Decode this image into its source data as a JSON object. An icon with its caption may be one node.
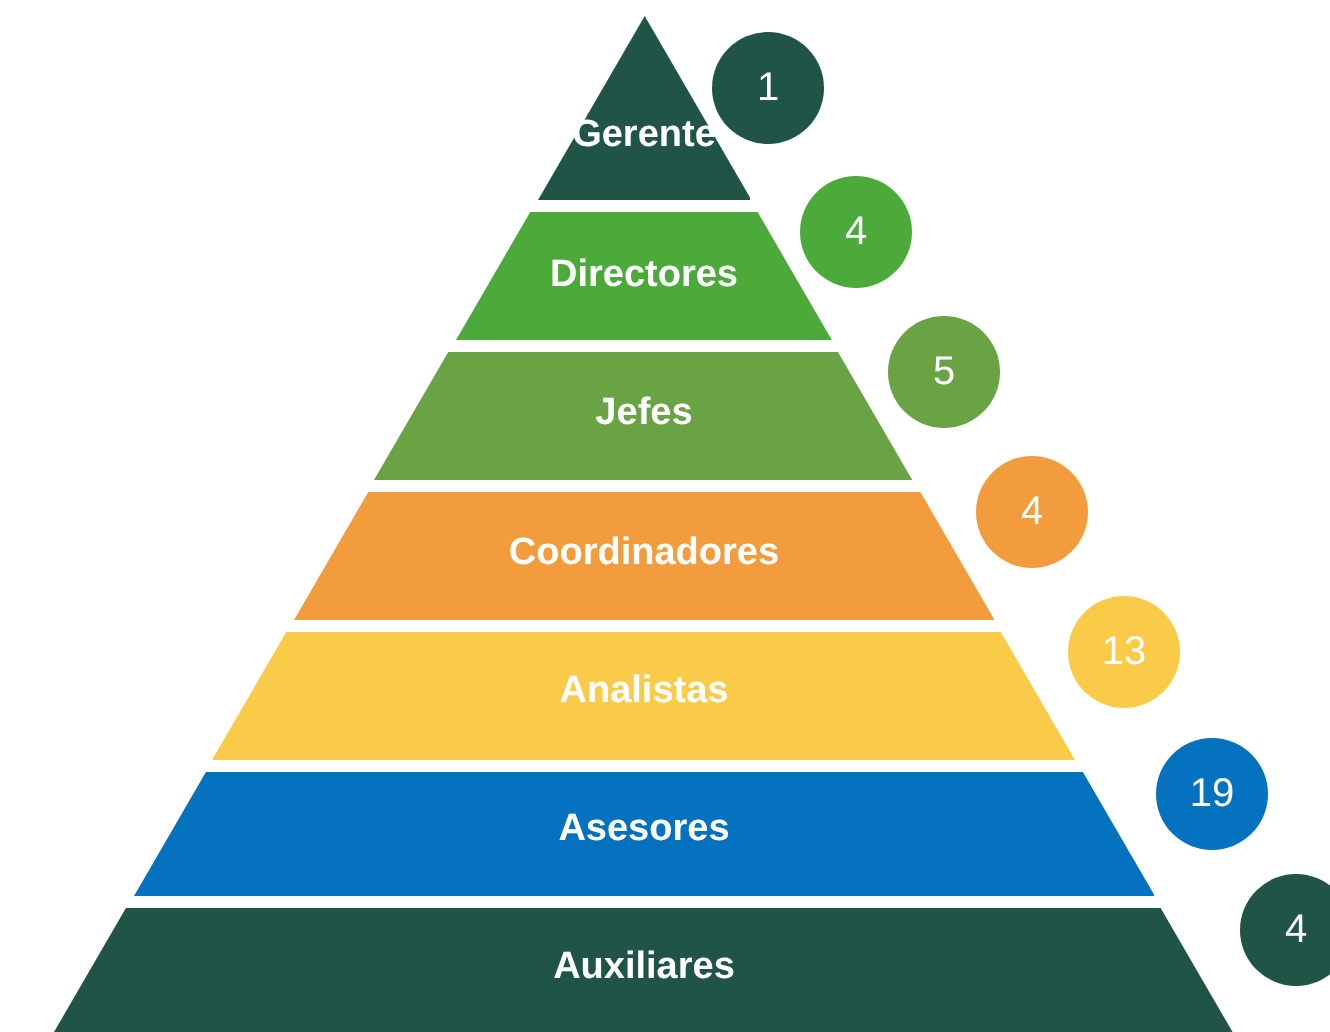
{
  "diagram": {
    "nodes": [
      {
        "text": [
          "Gerente"
        ]
      },
      {
        "text": [
          "1"
        ]
      },
      {
        "text": [
          "Directores"
        ]
      },
      {
        "text": [
          "4"
        ]
      },
      {
        "text": [
          "Jefes"
        ]
      },
      {
        "text": [
          "5"
        ]
      },
      {
        "text": [
          "Coordinadores"
        ]
      },
      {
        "text": [
          "4"
        ]
      },
      {
        "text": [
          "Analistas"
        ]
      },
      {
        "text": [
          "13"
        ]
      },
      {
        "text": [
          "Asesores"
        ]
      },
      {
        "text": [
          "19"
        ]
      },
      {
        "text": [
          "Auxiliares"
        ]
      },
      {
        "text": [
          "4"
        ]
      }
    ]
  }
}
